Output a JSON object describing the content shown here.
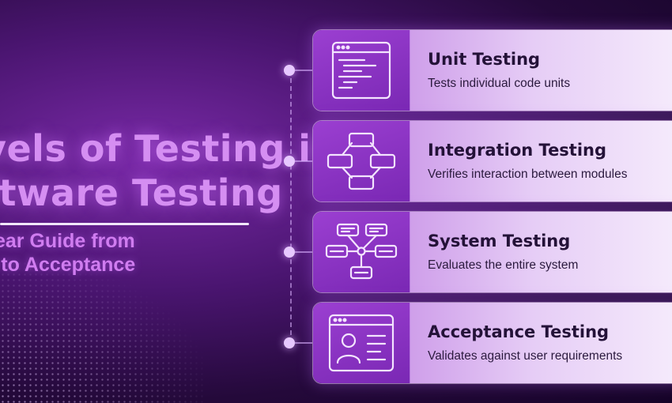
{
  "headline": {
    "title_line1": "vels of Testing in",
    "title_line2": "ftware Testing",
    "subtitle_line1": "lear Guide from",
    "subtitle_line2": "t to Acceptance"
  },
  "levels": [
    {
      "title": "Unit Testing",
      "description": "Tests individual code units",
      "icon": "code-window-icon"
    },
    {
      "title": "Integration Testing",
      "description": "Verifies interaction between modules",
      "icon": "modules-flow-icon"
    },
    {
      "title": "System Testing",
      "description": "Evaluates the entire system",
      "icon": "system-network-icon"
    },
    {
      "title": "Acceptance Testing",
      "description": "Validates against user requirements",
      "icon": "user-profile-window-icon"
    }
  ],
  "colors": {
    "accent": "#d58ef2",
    "icon_panel": "#8a32c4",
    "card_text": "#241238"
  }
}
